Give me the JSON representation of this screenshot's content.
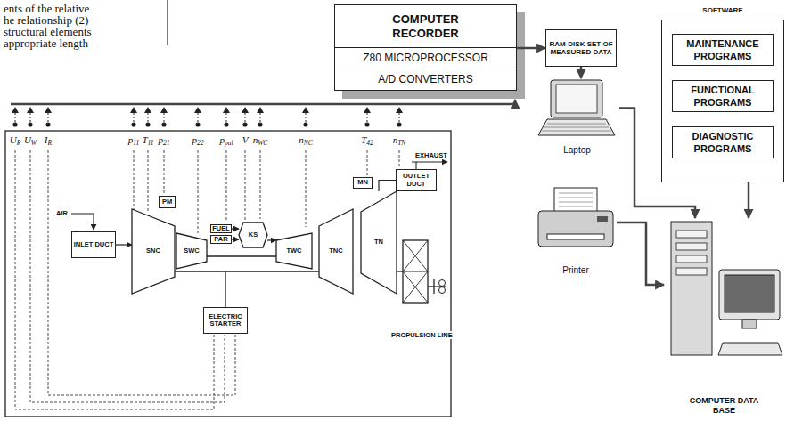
{
  "diagram": {
    "nodes": [
      {
        "text": [
          "COMPUTER RECORDER",
          "Z80 MICROPROCESSOR",
          "A/D CONVERTERS"
        ]
      },
      {
        "text": [
          "RAM-DISK SET OF MEASURED DATA"
        ]
      },
      {
        "text": [
          "SOFTWARE"
        ]
      },
      {
        "text": [
          "MAINTENANCE PROGRAMS"
        ],
        "in": 2
      },
      {
        "text": [
          "FUNCTIONAL PROGRAMS"
        ],
        "in": 2
      },
      {
        "text": [
          "DIAGNOSTIC PROGRAMS"
        ],
        "in": 2
      },
      {
        "text": [
          "Laptop"
        ]
      },
      {
        "text": [
          "Printer"
        ]
      },
      {
        "text": [
          "COMPUTER DATA BASE"
        ]
      },
      {
        "text": [
          "INLET DUCT"
        ]
      },
      {
        "text": [
          "PM"
        ]
      },
      {
        "text": [
          "SNC"
        ]
      },
      {
        "text": [
          "SWC"
        ]
      },
      {
        "text": [
          "FUEL"
        ]
      },
      {
        "text": [
          "PAR"
        ]
      },
      {
        "text": [
          "KS"
        ]
      },
      {
        "text": [
          "TWC"
        ]
      },
      {
        "text": [
          "TNC"
        ]
      },
      {
        "text": [
          "MN"
        ]
      },
      {
        "text": [
          "TN"
        ]
      },
      {
        "text": [
          "OUTLET DUCT"
        ]
      },
      {
        "text": [
          "ELECTRIC STARTER"
        ]
      }
    ],
    "edges": [
      {
        "from": 0,
        "to": 1,
        "arrow": "to"
      },
      {
        "from": 1,
        "to": 6,
        "arrow": "to"
      },
      {
        "from": 6,
        "to": 8,
        "arrow": "to"
      },
      {
        "from": 7,
        "to": 8,
        "arrow": "to"
      },
      {
        "from": 2,
        "to": 8,
        "arrow": "to"
      },
      {
        "from": 9,
        "to": 11,
        "arrow": "to"
      },
      {
        "from": 13,
        "to": 15,
        "arrow": "to"
      },
      {
        "from": 14,
        "to": 15,
        "arrow": "to"
      },
      {
        "from": 15,
        "to": 16,
        "arrow": "to"
      },
      {
        "from": 19,
        "to": 20,
        "arrow": "none"
      }
    ],
    "labels": [
      "ents of the relative",
      "he relationship (2)",
      "structural elements",
      "appropriate length",
      "UR",
      "UW",
      "IR",
      "p11",
      "T11",
      "p21",
      "p22",
      "ppal",
      "V",
      "nWC",
      "nNC",
      "T42",
      "nTN",
      "AIR",
      "EXHAUST",
      "PROPULSION LINE"
    ]
  }
}
